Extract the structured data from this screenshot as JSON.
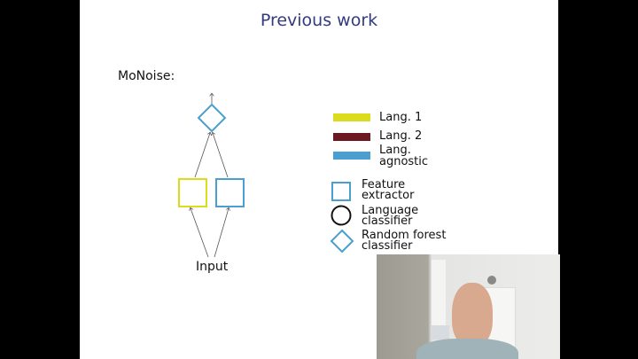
{
  "slide": {
    "title": "Previous work",
    "subtitle": "MoNoise:",
    "input_label": "Input",
    "legend": {
      "colors": [
        {
          "label": "Lang. 1",
          "color": "#dcdc1e"
        },
        {
          "label": "Lang. 2",
          "color": "#6b1a22"
        },
        {
          "label_line1": "Lang.",
          "label_line2": "agnostic",
          "color": "#4a9fd0"
        }
      ],
      "shapes": [
        {
          "shape": "square",
          "line1": "Feature",
          "line2": "extractor"
        },
        {
          "shape": "circle",
          "line1": "Language",
          "line2": "classifier"
        },
        {
          "shape": "diamond",
          "line1": "Random forest",
          "line2": "classifier"
        }
      ]
    }
  },
  "webcam": {
    "description_icon": "webcam-feed"
  }
}
